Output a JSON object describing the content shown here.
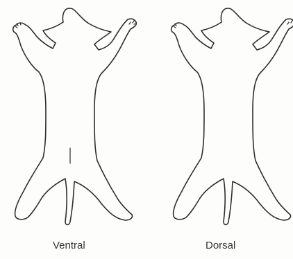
{
  "figures": [
    {
      "id": "ventral",
      "caption": "Ventral",
      "view": "ventral"
    },
    {
      "id": "dorsal",
      "caption": "Dorsal",
      "view": "dorsal"
    }
  ],
  "colors": {
    "outline": "#2e2e2e",
    "paper": "#fdfdfc",
    "caption": "#333333"
  }
}
